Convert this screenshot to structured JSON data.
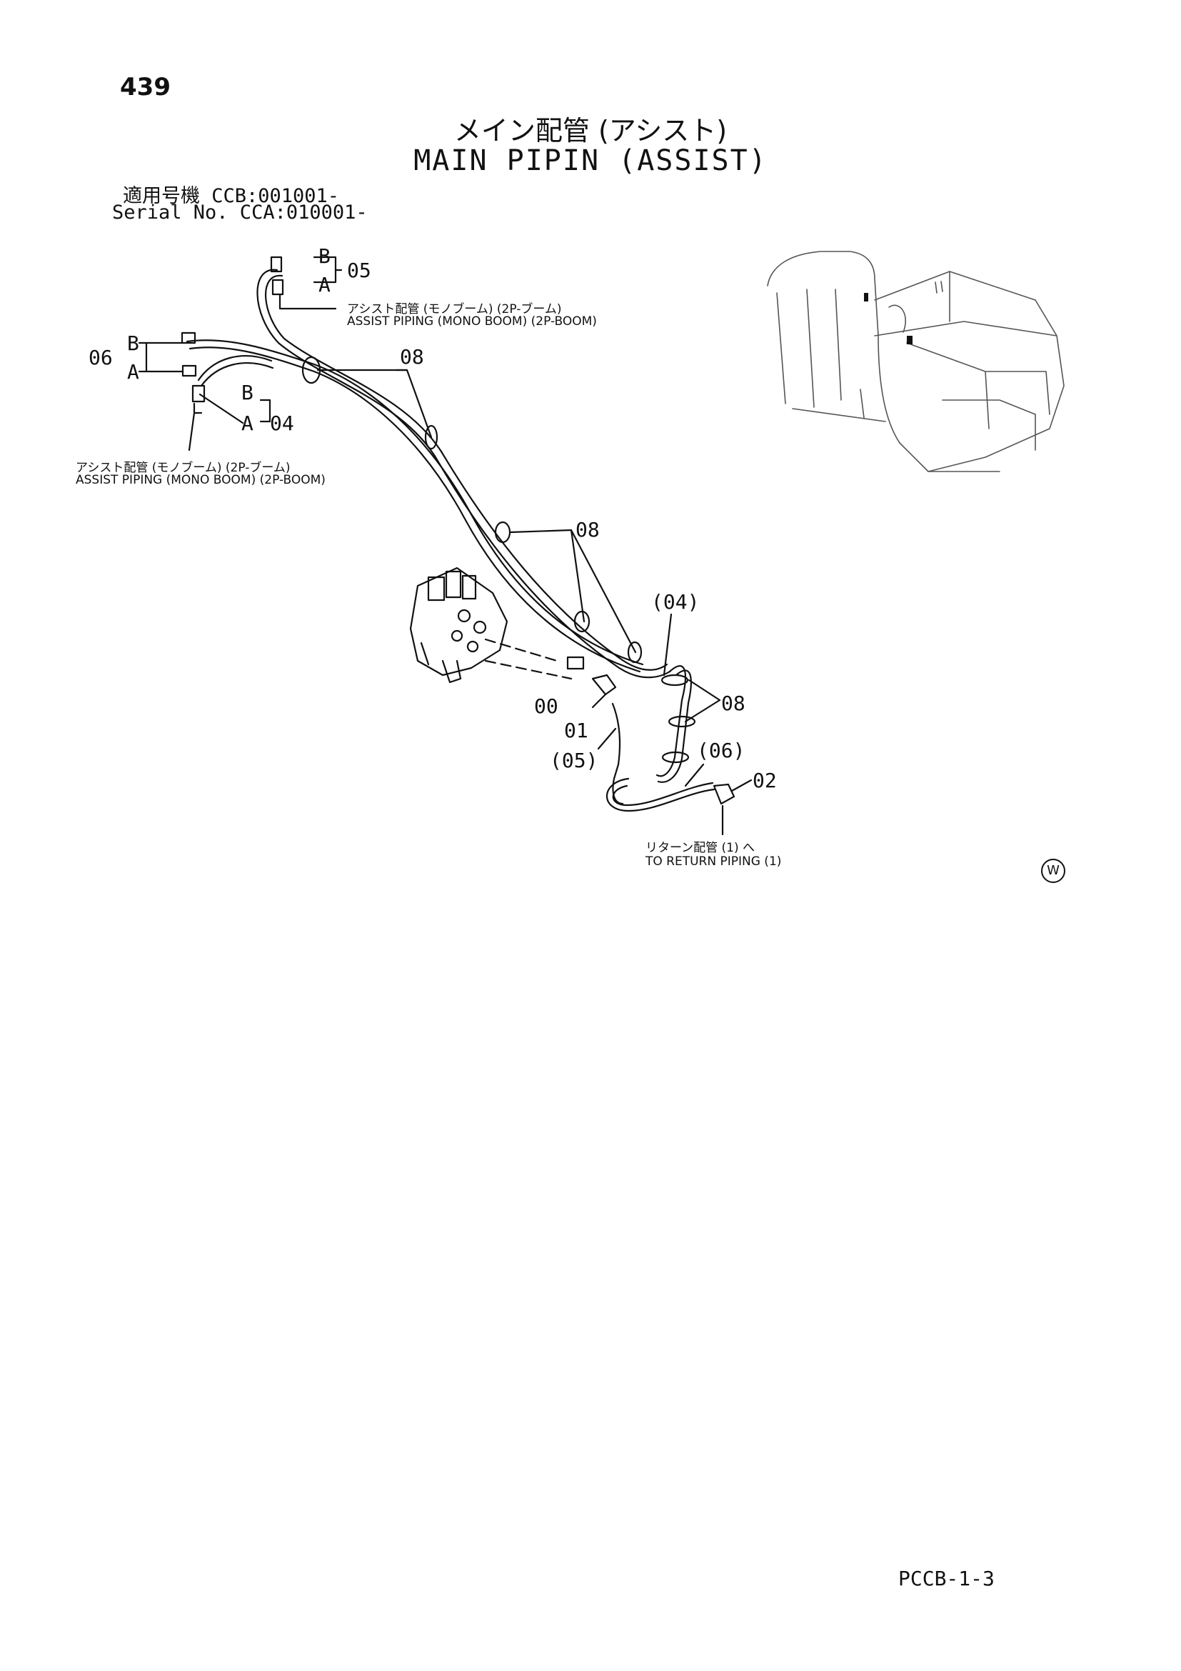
{
  "page": {
    "number": "439",
    "title_jp": "メイン配管 (アシスト)",
    "title_en": "MAIN PIPIN (ASSIST)",
    "serial_jp": "適用号機 CCB:001001-",
    "serial_en": "Serial No. CCA:010001-",
    "footer_code": "PCCB-1-3",
    "watermark": "W"
  },
  "callouts": {
    "c05": "05",
    "c06": "06",
    "c04": "04",
    "c08a": "08",
    "c08b": "08",
    "c08c": "08",
    "c04p": "(04)",
    "c00": "00",
    "c01": "01",
    "c05p": "(05)",
    "c06p": "(06)",
    "c02": "02",
    "b1": "B",
    "a1": "A",
    "b2": "B",
    "a2": "A",
    "b3": "B",
    "a3": "A"
  },
  "notes": {
    "top_jp": "アシスト配管 (モノブーム) (2P-ブーム)",
    "top_en": "ASSIST PIPING (MONO BOOM) (2P-BOOM)",
    "left_jp": "アシスト配管 (モノブーム) (2P-ブーム)",
    "left_en": "ASSIST PIPING (MONO BOOM) (2P-BOOM)",
    "return_jp": "リターン配管 (1) へ",
    "return_en": "TO RETURN PIPING (1)"
  }
}
